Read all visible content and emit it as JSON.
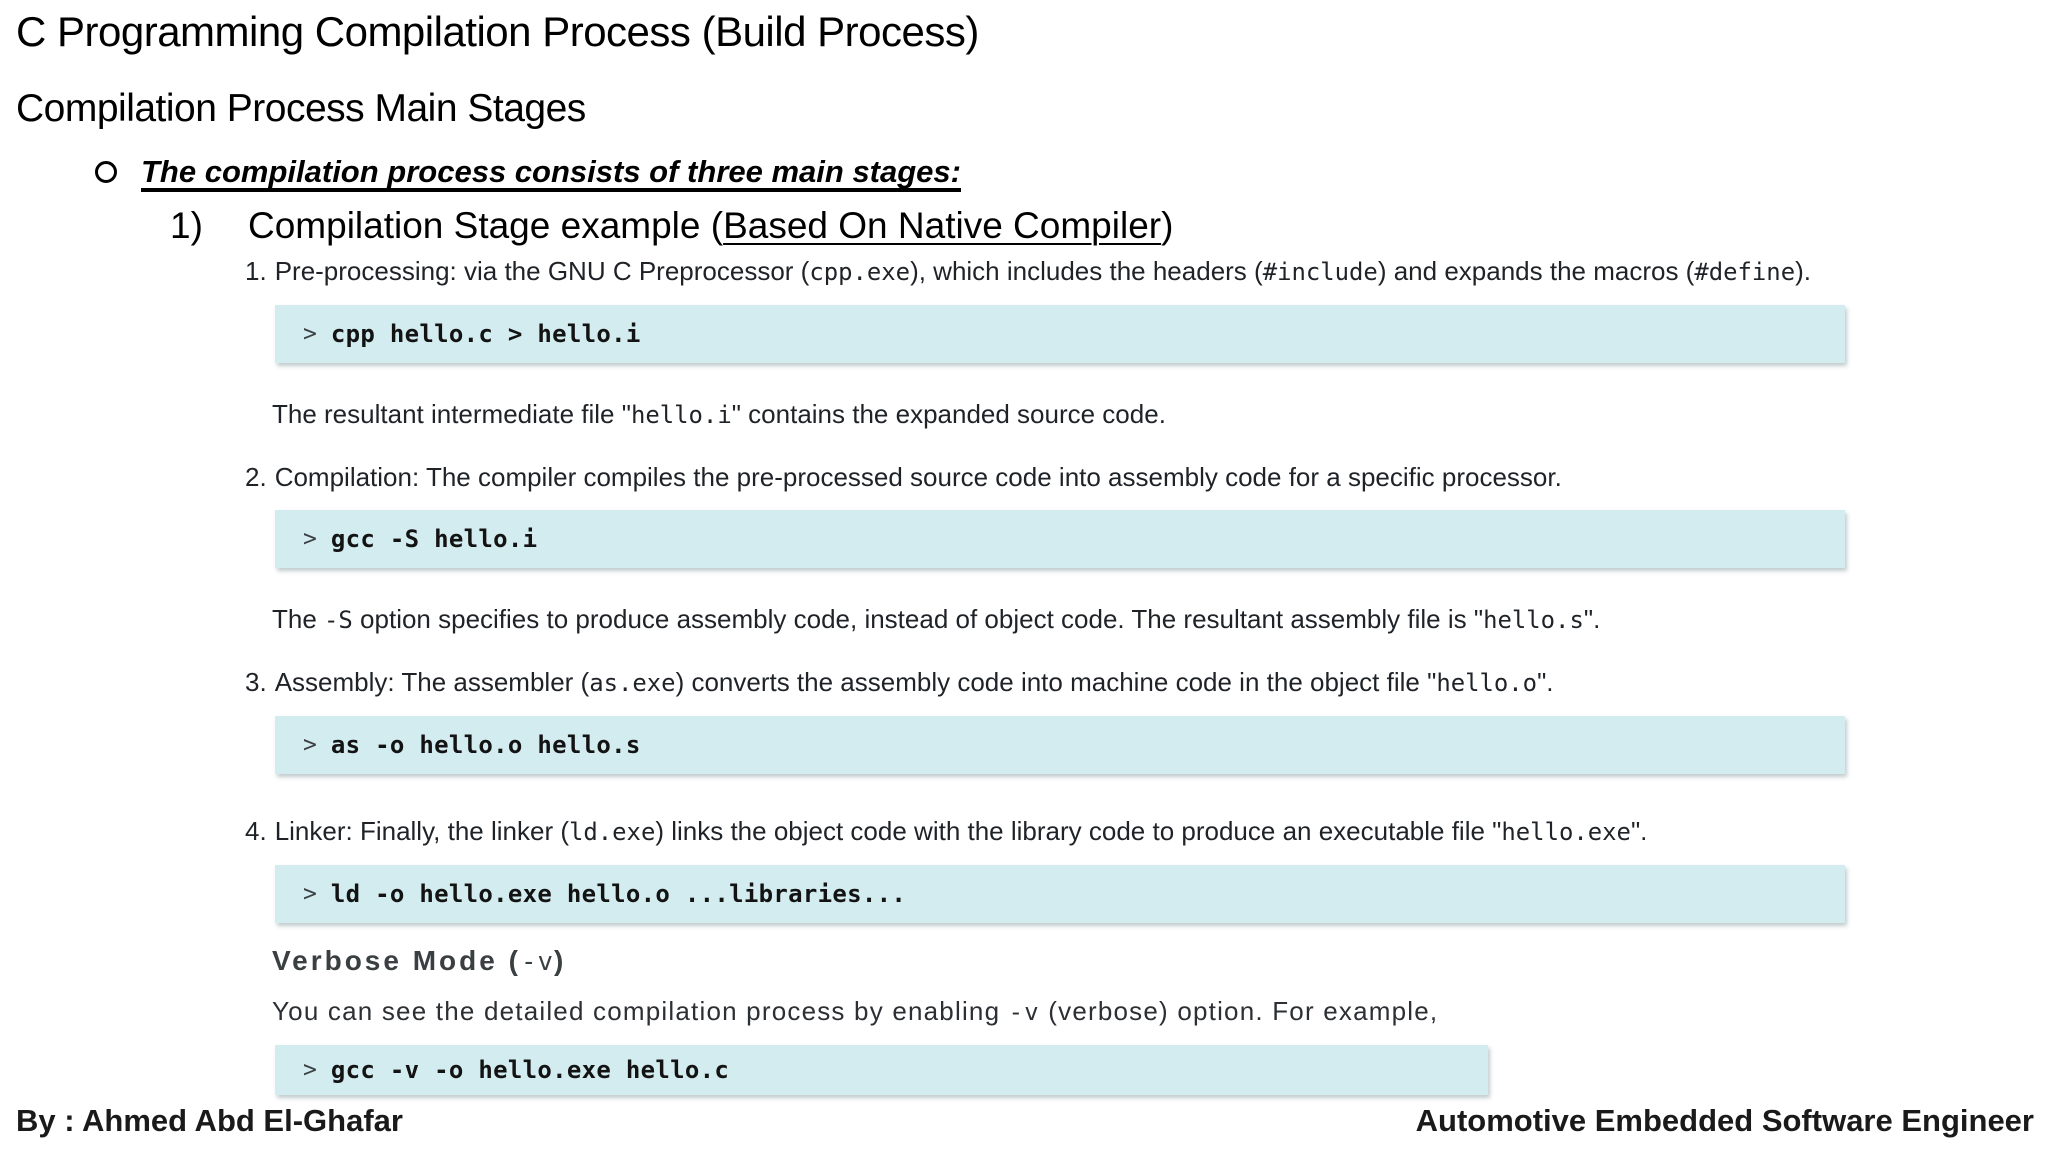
{
  "colors": {
    "code_bg": "#d3ecef",
    "page_bg": "#ffffff",
    "heading_text": "#000000",
    "verbose_text": "#3a3f42"
  },
  "header": {
    "title": "C Programming Compilation Process (Build Process)",
    "subtitle": "Compilation Process Main Stages"
  },
  "bullet": {
    "icon": "circle-bullet-icon",
    "parts": [
      {
        "t": "The compilation process consists of three main stages:",
        "u": true
      }
    ]
  },
  "stage": {
    "number": "1)",
    "parts": [
      {
        "t": "Compilation Stage example ("
      },
      {
        "t": "Based On Native Compiler",
        "u": true
      },
      {
        "t": ")"
      }
    ]
  },
  "steps": [
    {
      "number": "1.",
      "text_parts": [
        {
          "t": "Pre-processing: via the GNU C Preprocessor ("
        },
        {
          "t": "cpp.exe",
          "c": true
        },
        {
          "t": "), which includes the headers ("
        },
        {
          "t": "#include",
          "c": true
        },
        {
          "t": ") and expands the macros ("
        },
        {
          "t": "#define",
          "c": true
        },
        {
          "t": ")."
        }
      ],
      "prompt": ">",
      "command": "cpp hello.c > hello.i",
      "caption_parts": [
        {
          "t": "The resultant intermediate file \""
        },
        {
          "t": "hello.i",
          "c": true
        },
        {
          "t": "\" contains the expanded source code."
        }
      ]
    },
    {
      "number": "2.",
      "text_parts": [
        {
          "t": "Compilation: The compiler compiles the pre-processed source code into assembly code for a specific processor."
        }
      ],
      "prompt": ">",
      "command": "gcc -S hello.i",
      "caption_parts": [
        {
          "t": "The "
        },
        {
          "t": "-S",
          "c": true
        },
        {
          "t": " option specifies to produce assembly code, instead of object code. The resultant assembly file is \""
        },
        {
          "t": "hello.s",
          "c": true
        },
        {
          "t": "\"."
        }
      ]
    },
    {
      "number": "3.",
      "text_parts": [
        {
          "t": "Assembly: The assembler ("
        },
        {
          "t": "as.exe",
          "c": true
        },
        {
          "t": ") converts the assembly code into machine code in the object file \""
        },
        {
          "t": "hello.o",
          "c": true
        },
        {
          "t": "\"."
        }
      ],
      "prompt": ">",
      "command": "as -o hello.o hello.s"
    },
    {
      "number": "4.",
      "text_parts": [
        {
          "t": "Linker: Finally, the linker ("
        },
        {
          "t": "ld.exe",
          "c": true
        },
        {
          "t": ") links the object code with the library code to produce an executable file \""
        },
        {
          "t": "hello.exe",
          "c": true
        },
        {
          "t": "\"."
        }
      ],
      "prompt": ">",
      "command": "ld -o hello.exe hello.o ...libraries..."
    }
  ],
  "verbose": {
    "heading_parts": [
      {
        "t": "Verbose Mode ("
      },
      {
        "t": "-v",
        "c": true
      },
      {
        "t": ")"
      }
    ],
    "body_parts": [
      {
        "t": "You can see the detailed compilation process by enabling "
      },
      {
        "t": "-v",
        "c": true
      },
      {
        "t": " (verbose) option. For example,"
      }
    ],
    "prompt": ">",
    "command": "gcc -v -o hello.exe hello.c"
  },
  "footer": {
    "author": "By : Ahmed Abd El-Ghafar",
    "role": "Automotive Embedded Software Engineer"
  }
}
